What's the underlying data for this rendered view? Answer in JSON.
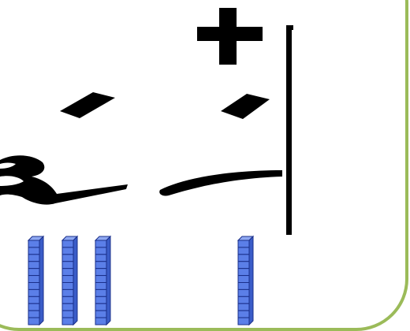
{
  "colors": {
    "frame_border": "#9bbb59",
    "background": "#ffffff",
    "ink": "#000000",
    "block_fill": "#5b7fe8",
    "block_grid": "#1a2f8a"
  },
  "symbols": {
    "operator": "plus-sign",
    "divider": "vertical-bar",
    "left_value": "3",
    "right_value": "1"
  },
  "blocks": {
    "left_rods": 3,
    "right_rods": 1,
    "units_per_rod": 10
  }
}
